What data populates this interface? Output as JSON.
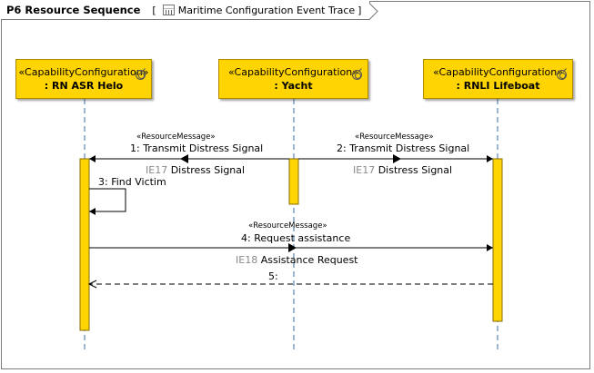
{
  "frame": {
    "title": "P6 Resource Sequence",
    "bracket_open": "[",
    "bracket_close": "]",
    "diagram_name": "Maritime Configuration Event Trace",
    "icon": "sequence-diagram-icon"
  },
  "lifelines": [
    {
      "stereotype": "«CapabilityConfiguration»",
      "name": ": RN ASR Helo",
      "icon": "capability-configuration-icon"
    },
    {
      "stereotype": "«CapabilityConfiguration»",
      "name": ": Yacht",
      "icon": "capability-configuration-icon"
    },
    {
      "stereotype": "«CapabilityConfiguration»",
      "name": ": RNLI Lifeboat",
      "icon": "capability-configuration-icon"
    }
  ],
  "messages": [
    {
      "stereotype": "«ResourceMessage»",
      "label": "1: Transmit Distress Signal",
      "item_id": "IE17",
      "item_name": "Distress Signal",
      "from": "Yacht",
      "to": "RN ASR Helo",
      "kind": "synchronous"
    },
    {
      "stereotype": "«ResourceMessage»",
      "label": "2: Transmit Distress Signal",
      "item_id": "IE17",
      "item_name": "Distress Signal",
      "from": "Yacht",
      "to": "RNLI Lifeboat",
      "kind": "synchronous"
    },
    {
      "stereotype": "",
      "label": "3: Find Victim",
      "from": "RN ASR Helo",
      "to": "RN ASR Helo",
      "kind": "self"
    },
    {
      "stereotype": "«ResourceMessage»",
      "label": "4: Request assistance",
      "item_id": "IE18",
      "item_name": "Assistance Request",
      "from": "RN ASR Helo",
      "to": "RNLI Lifeboat",
      "kind": "synchronous"
    },
    {
      "stereotype": "",
      "label": "5:",
      "from": "RNLI Lifeboat",
      "to": "RN ASR Helo",
      "kind": "reply"
    }
  ],
  "colors": {
    "lifeline_fill": "#ffd400",
    "activation_fill": "#ffd400",
    "lifeline_dash": "#3a6ea5",
    "frame_border": "#7a7a7a",
    "item_flow_id": "#8a8a8a"
  }
}
